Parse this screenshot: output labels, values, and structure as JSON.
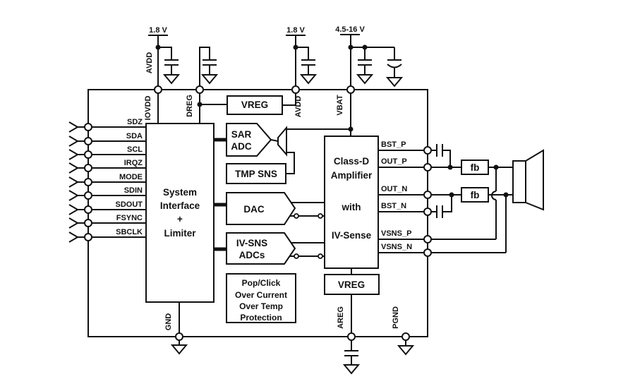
{
  "diagram": {
    "supplies": {
      "rail1": "1.8 V",
      "rail2": "1.8 V",
      "rail3": "4.5-16 V"
    },
    "top_pins": {
      "avdd_net": "AVDD",
      "iovdd": "IOVDD",
      "dreg": "DREG",
      "avdd": "AVDD",
      "vbat": "VBAT"
    },
    "left_pins": [
      "SDZ",
      "SDA",
      "SCL",
      "IRQZ",
      "MODE",
      "SDIN",
      "SDOUT",
      "FSYNC",
      "SBCLK"
    ],
    "right_pins": [
      "BST_P",
      "OUT_P",
      "OUT_N",
      "BST_N",
      "VSNS_P",
      "VSNS_N"
    ],
    "bottom_pins": {
      "gnd": "GND",
      "areg": "AREG",
      "pgnd": "PGND"
    },
    "blocks": {
      "system_interface": {
        "lines": [
          "System",
          "Interface",
          "+",
          "Limiter"
        ]
      },
      "vreg_top": "VREG",
      "sar_adc": {
        "lines": [
          "SAR",
          "ADC"
        ]
      },
      "tmp_sns": "TMP SNS",
      "dac": "DAC",
      "iv_sns_adcs": {
        "lines": [
          "IV-SNS",
          "ADCs"
        ]
      },
      "class_d": {
        "lines": [
          "Class-D",
          "Amplifier",
          "with",
          "IV-Sense"
        ]
      },
      "protection": {
        "lines": [
          "Pop/Click",
          "Over Current",
          "Over Temp",
          "Protection"
        ]
      },
      "vreg_bottom": "VREG",
      "fb": "fb"
    }
  }
}
